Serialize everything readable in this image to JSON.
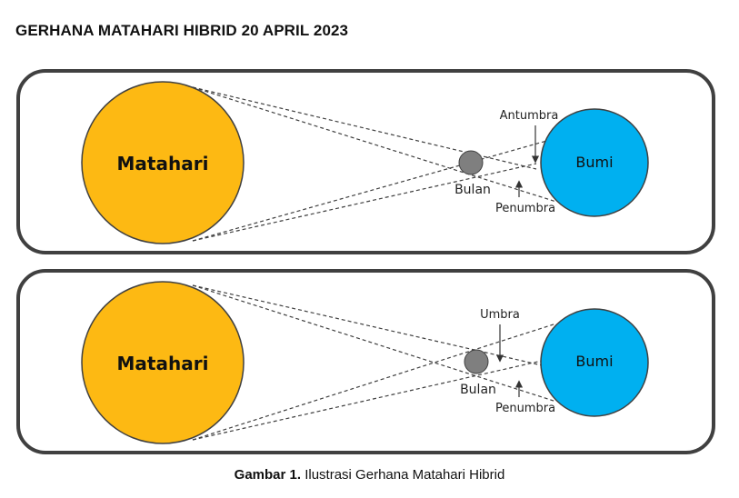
{
  "title": "GERHANA MATAHARI HIBRID 20 APRIL 2023",
  "colors": {
    "sun": "#FDB913",
    "earth": "#00B0F0",
    "moon": "#7F7F7F",
    "frame": "#404040",
    "lines": "#404040"
  },
  "panels": [
    {
      "sun_label": "Matahari",
      "earth_label": "Bumi",
      "moon_label": "Bulan",
      "shadow_top_label": "Antumbra",
      "shadow_bottom_label": "Penumbra"
    },
    {
      "sun_label": "Matahari",
      "earth_label": "Bumi",
      "moon_label": "Bulan",
      "shadow_top_label": "Umbra",
      "shadow_bottom_label": "Penumbra"
    }
  ],
  "caption": {
    "prefix": "Gambar 1.",
    "text": " Ilustrasi Gerhana Matahari Hibrid"
  }
}
